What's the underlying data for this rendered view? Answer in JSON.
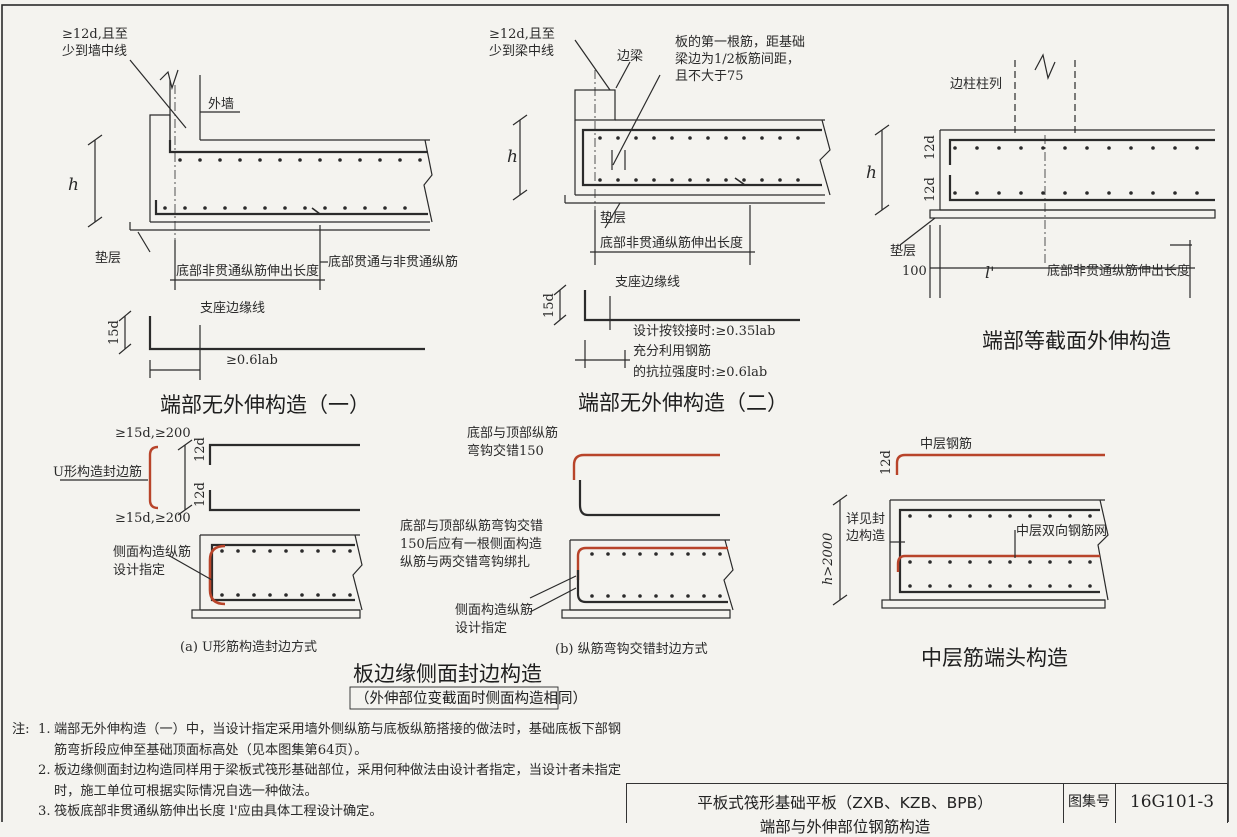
{
  "colors": {
    "line": "#2a2a2a",
    "bar": "#2b2b2b",
    "accent_bar": "#b8442a"
  },
  "d1": {
    "note_top_1": "≥12d,且至",
    "note_top_2": "少到墙中线",
    "outer_wall": "外墙",
    "h": "h",
    "cushion": "垫层",
    "ext_len": "底部非贯通纵筋伸出长度",
    "long_bars": "底部贯通与非贯通纵筋",
    "support_edge": "支座边缘线",
    "hook": "15d",
    "anchor": "≥0.6lab",
    "title": "端部无外伸构造（一）"
  },
  "d2": {
    "note_top_1": "≥12d,且至",
    "note_top_2": "少到梁中线",
    "edge_beam": "边梁",
    "first_bar_1": "板的第一根筋，距基础",
    "first_bar_2": "梁边为1/2板筋间距，",
    "first_bar_3": "且不大于75",
    "h": "h",
    "cushion": "垫层",
    "ext_len": "底部非贯通纵筋伸出长度",
    "support_edge": "支座边缘线",
    "hook": "15d",
    "hinge": "设计按铰接时:≥0.35lab",
    "full_1": "充分利用钢筋",
    "full_2": "的抗拉强度时:≥0.6lab",
    "title": "端部无外伸构造（二）"
  },
  "d3": {
    "col_row": "边柱柱列",
    "h": "h",
    "d12a": "12d",
    "d12b": "12d",
    "cushion": "垫层",
    "c100": "100",
    "lprime": "l'",
    "ext_len": "底部非贯通纵筋伸出长度",
    "title": "端部等截面外伸构造"
  },
  "d4": {
    "top_dim": "≥15d,≥200",
    "bot_dim": "≥15d,≥200",
    "u_bar": "U形构造封边筋",
    "d12a": "12d",
    "d12b": "12d",
    "side_bar_1": "侧面构造纵筋",
    "side_bar_2": "设计指定",
    "caption": "(a)  U形筋构造封边方式"
  },
  "d5": {
    "lap_1": "底部与顶部纵筋",
    "lap_2": "弯钩交错150",
    "note_1": "底部与顶部纵筋弯钩交错",
    "note_2": "150后应有一根侧面构造",
    "note_3": "纵筋与两交错弯钩绑扎",
    "side_bar_1": "侧面构造纵筋",
    "side_bar_2": "设计指定",
    "caption": "(b)  纵筋弯钩交错封边方式"
  },
  "edge_title": "板边缘侧面封边构造",
  "edge_subtitle": "（外伸部位变截面时侧面构造相同）",
  "d6": {
    "mid_bar": "中层钢筋",
    "d12": "12d",
    "see_1": "详见封",
    "see_2": "边构造",
    "mesh": "中层双向钢筋网",
    "h2000": "h>2000",
    "title": "中层筋端头构造"
  },
  "notes": {
    "label": "注:",
    "items": [
      {
        "num": "1.",
        "text": "端部无外伸构造（一）中，当设计指定采用墙外侧纵筋与底板纵筋搭接的做法时，基础底板下部钢筋弯折段应伸至基础顶面标高处（见本图集第64页）。"
      },
      {
        "num": "2.",
        "text": "板边缘侧面封边构造同样用于梁板式筏形基础部位，采用何种做法由设计者指定，当设计者未指定时，施工单位可根据实际情况自选一种做法。"
      },
      {
        "num": "3.",
        "text": "筏板底部非贯通纵筋伸出长度 l'应由具体工程设计确定。"
      }
    ]
  },
  "title_block": {
    "line1": "平板式筏形基础平板（ZXB、KZB、BPB）",
    "line2": "端部与外伸部位钢筋构造",
    "cap": "图集号",
    "atlas_no": "16G101-3"
  }
}
